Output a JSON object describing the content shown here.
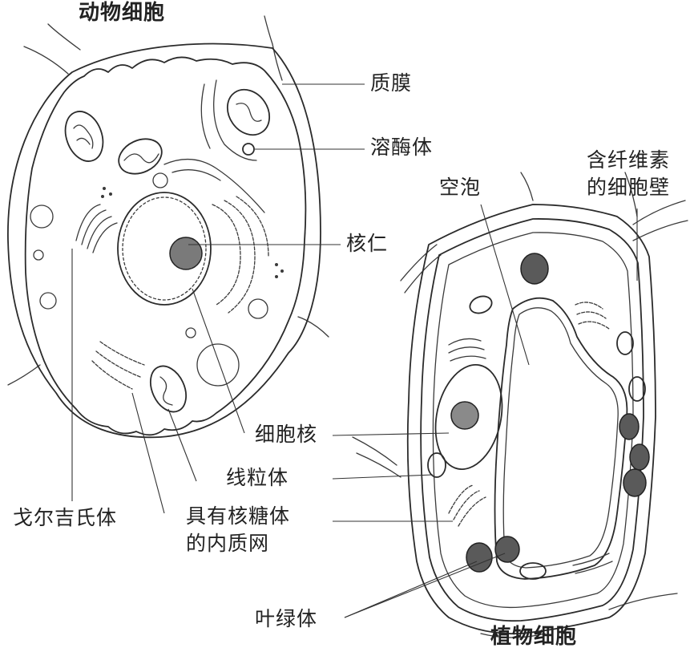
{
  "titles": {
    "animal_cell": "动物细胞",
    "plant_cell": "植物细胞"
  },
  "labels": {
    "plasma_membrane": "质膜",
    "lysosome": "溶酶体",
    "cellulose_wall_line1": "含纤维素",
    "cellulose_wall_line2": "的细胞壁",
    "vacuole": "空泡",
    "nucleolus": "核仁",
    "nucleus": "细胞核",
    "mitochondrion": "线粒体",
    "golgi": "戈尔吉氏体",
    "rer_line1": "具有核糖体",
    "rer_line2": "的内质网",
    "chloroplast": "叶绿体"
  }
}
